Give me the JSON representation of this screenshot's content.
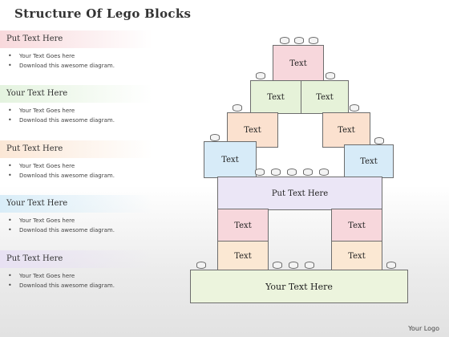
{
  "title": "Structure Of Lego Blocks",
  "footer": {
    "logo_text": "Your Logo"
  },
  "sections": [
    {
      "heading": "Put Text Here",
      "bullet1": "Your Text Goes here",
      "bullet2": "Download this awesome diagram.",
      "band_color": "#f8d9dc"
    },
    {
      "heading": "Your Text Here",
      "bullet1": "Your Text Goes here",
      "bullet2": "Download this awesome diagram.",
      "band_color": "#e4f3df"
    },
    {
      "heading": "Put Text Here",
      "bullet1": "Your Text Goes here",
      "bullet2": "Download this awesome diagram.",
      "band_color": "#fbe7d6"
    },
    {
      "heading": "Your Text Here",
      "bullet1": "Your Text Goes here",
      "bullet2": "Download this awesome diagram.",
      "band_color": "#d9edf8"
    },
    {
      "heading": "Put Text Here",
      "bullet1": "Your Text Goes here",
      "bullet2": "Download this awesome diagram.",
      "band_color": "#e8e1f3"
    }
  ],
  "blocks": {
    "top": "Text",
    "row2_left": "Text",
    "row2_right": "Text",
    "row3_left": "Text",
    "row3_right": "Text",
    "row4_left": "Text",
    "row4_right": "Text",
    "middle": "Put Text Here",
    "pillar_left_upper": "Text",
    "pillar_right_upper": "Text",
    "pillar_left_lower": "Text",
    "pillar_right_lower": "Text",
    "base": "Your Text Here"
  },
  "colors": {
    "pink": "#f7d7dc",
    "green": "#e6f2d9",
    "peach": "#fbe1cf",
    "blue": "#d7ebf8",
    "lavender": "#ebe6f6",
    "cream": "#fbe8d3",
    "base": "#ecf4dd"
  }
}
